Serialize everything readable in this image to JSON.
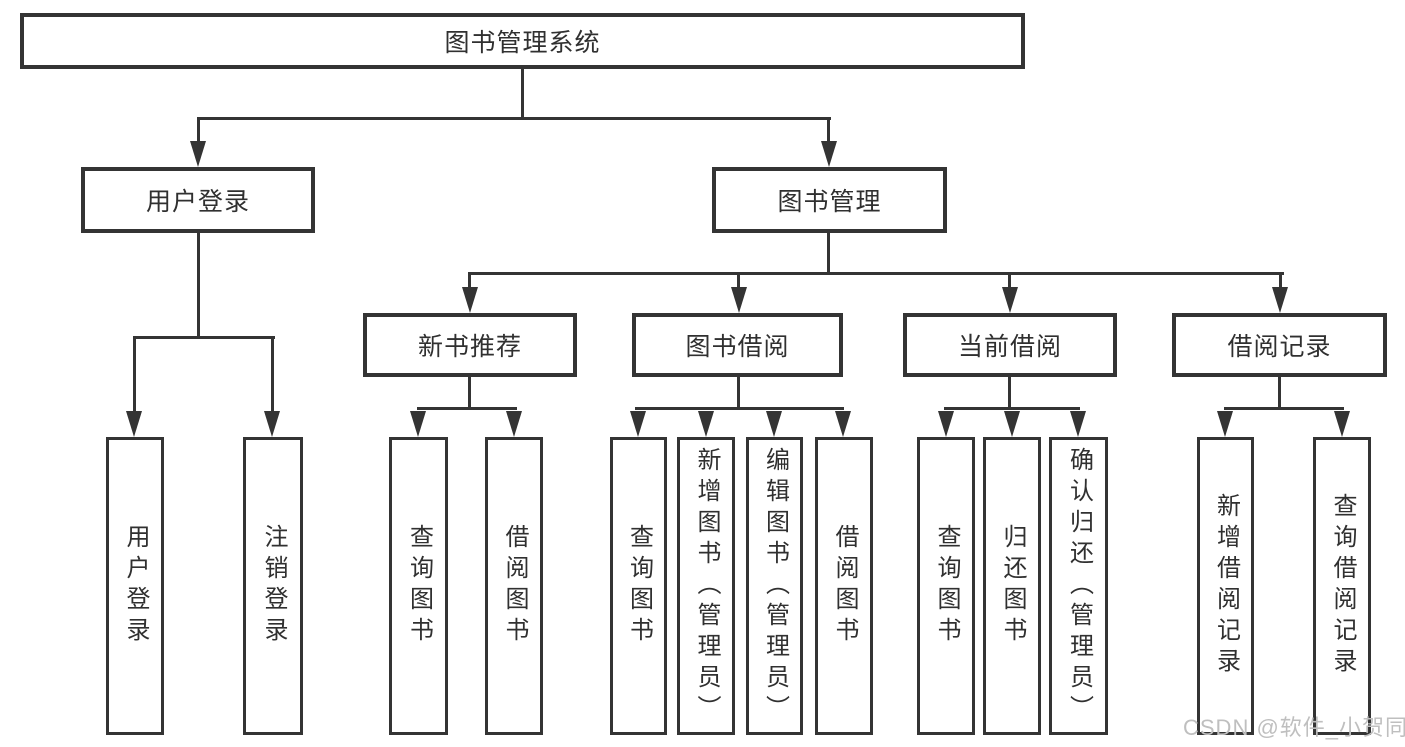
{
  "nodes": {
    "root": "图书管理系统",
    "user_login": "用户登录",
    "book_management": "图书管理",
    "new_book_recommend": "新书推荐",
    "book_borrowing": "图书借阅",
    "current_borrowing": "当前借阅",
    "borrowing_records": "借阅记录",
    "login": "用户登录",
    "logout": "注销登录",
    "rec_query_books": "查询图书",
    "rec_borrow_books": "借阅图书",
    "bor_query_books": "查询图书",
    "bor_add_books": "新增图书（管理员）",
    "bor_edit_books": "编辑图书（管理员）",
    "bor_borrow_books": "借阅图书",
    "cur_query_books": "查询图书",
    "cur_return_books": "归还图书",
    "cur_confirm_return": "确认归还（管理员）",
    "br_add_record": "新增借阅记录",
    "br_query_record": "查询借阅记录"
  },
  "watermark": "CSDN @软件_小贺同学",
  "colors": {
    "line": "#343434",
    "text": "#303030",
    "watermark": "#bfbfbf",
    "background": "#ffffff"
  }
}
